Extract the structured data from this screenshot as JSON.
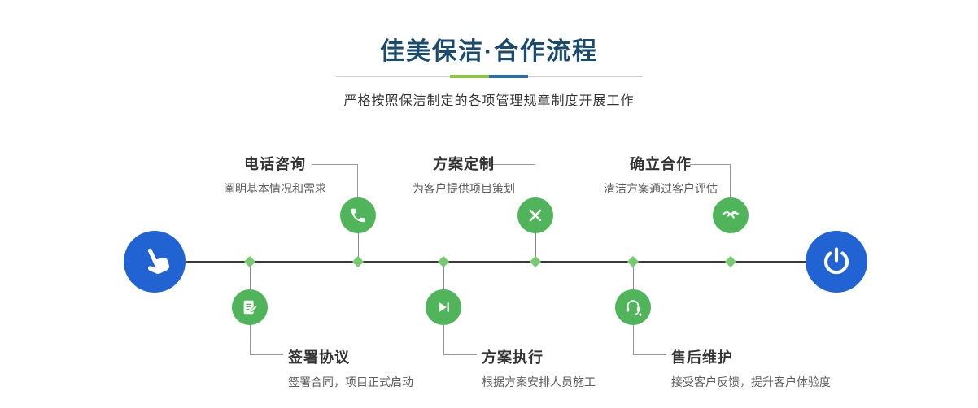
{
  "header": {
    "title": "佳美保洁·合作流程",
    "subtitle": "严格按照保洁制定的各项管理规章制度开展工作"
  },
  "timeline": {
    "start_icon": "hand-pointer-icon",
    "end_icon": "power-icon",
    "steps_top": [
      {
        "title": "电话咨询",
        "desc": "阐明基本情况和需求",
        "icon": "phone-icon"
      },
      {
        "title": "方案定制",
        "desc": "为客户提供项目策划",
        "icon": "design-tools-icon"
      },
      {
        "title": "确立合作",
        "desc": "清洁方案通过客户评估",
        "icon": "handshake-icon"
      }
    ],
    "steps_bottom": [
      {
        "title": "签署协议",
        "desc": "签署合同，项目正式启动",
        "icon": "contract-sign-icon"
      },
      {
        "title": "方案执行",
        "desc": "根据方案安排人员施工",
        "icon": "play-next-icon"
      },
      {
        "title": "售后维护",
        "desc": "接受客户反馈，提升客户体验度",
        "icon": "headset-support-icon"
      }
    ]
  },
  "colors": {
    "step_green": "#50b55a",
    "diamond_green": "#78ca70",
    "node_blue": "#2263d3",
    "title_navy": "#1b4a6f",
    "divider_green": "#8cc63f",
    "divider_blue": "#2e6da4"
  }
}
